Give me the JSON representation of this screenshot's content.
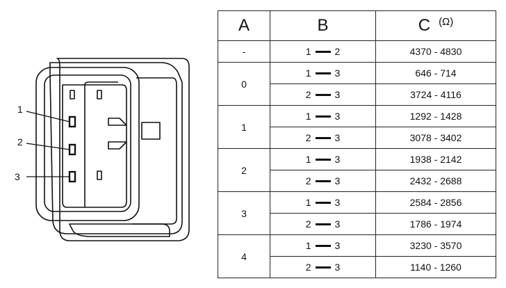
{
  "diagram": {
    "pin_labels": [
      "1",
      "2",
      "3"
    ]
  },
  "table": {
    "headers": {
      "a": "A",
      "b": "B",
      "c": "C",
      "unit": "(Ω)"
    },
    "groups": [
      {
        "a": "-",
        "rows": [
          {
            "from": "1",
            "to": "2",
            "c": "4370 - 4830"
          }
        ]
      },
      {
        "a": "0",
        "rows": [
          {
            "from": "1",
            "to": "3",
            "c": "646 - 714"
          },
          {
            "from": "2",
            "to": "3",
            "c": "3724 - 4116"
          }
        ]
      },
      {
        "a": "1",
        "rows": [
          {
            "from": "1",
            "to": "3",
            "c": "1292 - 1428"
          },
          {
            "from": "2",
            "to": "3",
            "c": "3078 - 3402"
          }
        ]
      },
      {
        "a": "2",
        "rows": [
          {
            "from": "1",
            "to": "3",
            "c": "1938 - 2142"
          },
          {
            "from": "2",
            "to": "3",
            "c": "2432 - 2688"
          }
        ]
      },
      {
        "a": "3",
        "rows": [
          {
            "from": "1",
            "to": "3",
            "c": "2584 - 2856"
          },
          {
            "from": "2",
            "to": "3",
            "c": "1786 - 1974"
          }
        ]
      },
      {
        "a": "4",
        "rows": [
          {
            "from": "1",
            "to": "3",
            "c": "3230 - 3570"
          },
          {
            "from": "2",
            "to": "3",
            "c": "1140 - 1260"
          }
        ]
      }
    ]
  }
}
